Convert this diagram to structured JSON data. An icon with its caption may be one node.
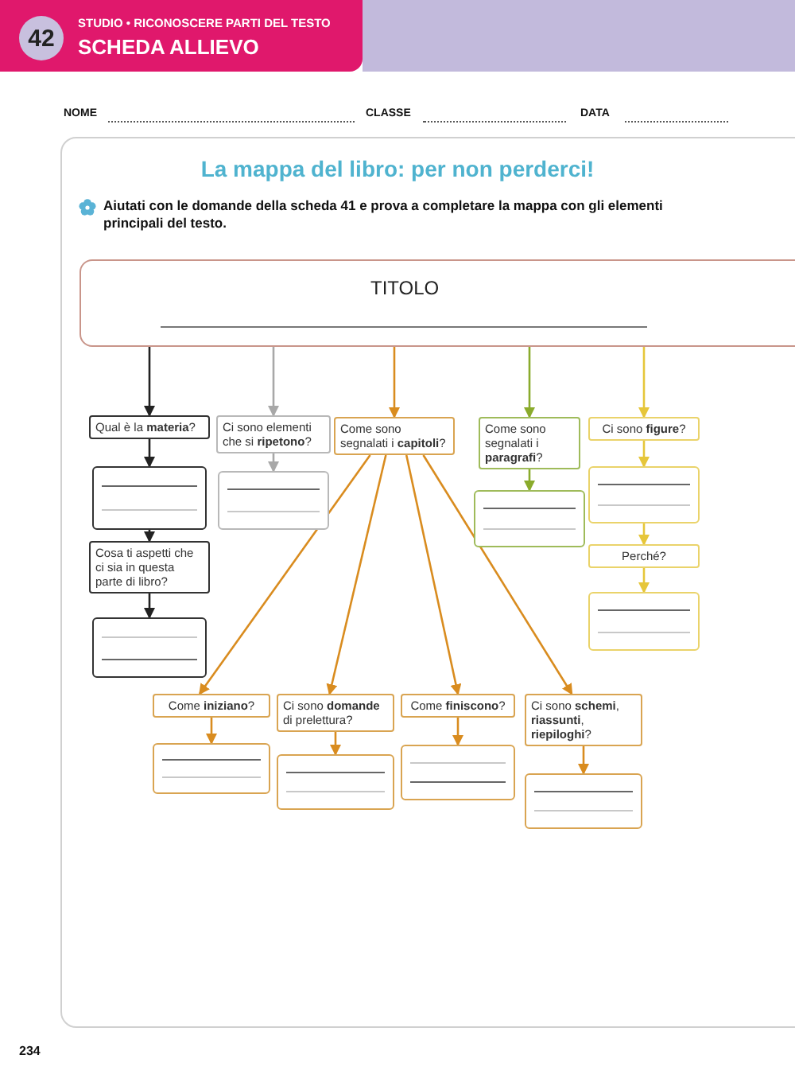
{
  "diagram": {
    "title": "La mappa del libro: per non perderci!",
    "nodes": [
      {
        "text": [
          "TITOLO"
        ]
      },
      {
        "text": [
          "Qual è la **materia**?"
        ]
      },
      {
        "text": [],
        "shape": "box"
      },
      {
        "text": [
          "Cosa ti aspetti che ci sia in questa parte di libro?"
        ]
      },
      {
        "text": [],
        "shape": "box"
      },
      {
        "text": [
          "Ci sono elementi che si **ripetono**?"
        ]
      },
      {
        "text": [],
        "shape": "box"
      },
      {
        "text": [
          "Come sono segnalati i **capitoli**?"
        ]
      },
      {
        "text": [
          "Come sono segnalati i **paragrafi**?"
        ]
      },
      {
        "text": [],
        "shape": "box"
      },
      {
        "text": [
          "Ci sono **figure**?"
        ]
      },
      {
        "text": [],
        "shape": "box"
      },
      {
        "text": [
          "Perché?"
        ]
      },
      {
        "text": [],
        "shape": "box"
      },
      {
        "text": [
          "Come **iniziano**?"
        ]
      },
      {
        "text": [],
        "shape": "box"
      },
      {
        "text": [
          "Ci sono **domande** di prelettura?"
        ]
      },
      {
        "text": [],
        "shape": "box"
      },
      {
        "text": [
          "Come **finiscono**?"
        ]
      },
      {
        "text": [],
        "shape": "box"
      },
      {
        "text": [
          "Ci sono **schemi**, **riassunti**, **riepiloghi**?"
        ]
      },
      {
        "text": [],
        "shape": "box"
      }
    ],
    "edges": [
      {
        "from": 0,
        "to": 1,
        "arrow": "to",
        "color": "#222222"
      },
      {
        "from": 1,
        "to": 2,
        "arrow": "to",
        "color": "#222222"
      },
      {
        "from": 2,
        "to": 3,
        "arrow": "to",
        "color": "#222222"
      },
      {
        "from": 3,
        "to": 4,
        "arrow": "to",
        "color": "#222222"
      },
      {
        "from": 0,
        "to": 5,
        "arrow": "to",
        "color": "#a8a8a8"
      },
      {
        "from": 5,
        "to": 6,
        "arrow": "to",
        "color": "#a8a8a8"
      },
      {
        "from": 0,
        "to": 7,
        "arrow": "to"
      },
      {
        "from": 0,
        "to": 8,
        "arrow": "to",
        "color": "#8aab2c"
      },
      {
        "from": 8,
        "to": 9,
        "arrow": "to",
        "color": "#8aab2c"
      },
      {
        "from": 0,
        "to": 10,
        "arrow": "to",
        "color": "#e6c63a"
      },
      {
        "from": 10,
        "to": 11,
        "arrow": "to",
        "color": "#e6c63a"
      },
      {
        "from": 11,
        "to": 12,
        "arrow": "to",
        "color": "#e6c63a"
      },
      {
        "from": 12,
        "to": 13,
        "arrow": "to",
        "color": "#e6c63a"
      },
      {
        "from": 7,
        "to": 14,
        "arrow": "to"
      },
      {
        "from": 14,
        "to": 15,
        "arrow": "to"
      },
      {
        "from": 7,
        "to": 16,
        "arrow": "to"
      },
      {
        "from": 16,
        "to": 17,
        "arrow": "to"
      },
      {
        "from": 7,
        "to": 18,
        "arrow": "to"
      },
      {
        "from": 18,
        "to": 19,
        "arrow": "to"
      },
      {
        "from": 7,
        "to": 20,
        "arrow": "to"
      },
      {
        "from": 20,
        "to": 21,
        "arrow": "to"
      }
    ],
    "labels": [
      "42",
      "STUDIO • RICONOSCERE PARTI DEL TESTO",
      "SCHEDA ALLIEVO",
      "NOME",
      "CLASSE",
      "DATA",
      "Aiutati con le domande della scheda 41 e prova a completare la mappa con gli elementi principali del testo.",
      "234"
    ]
  }
}
